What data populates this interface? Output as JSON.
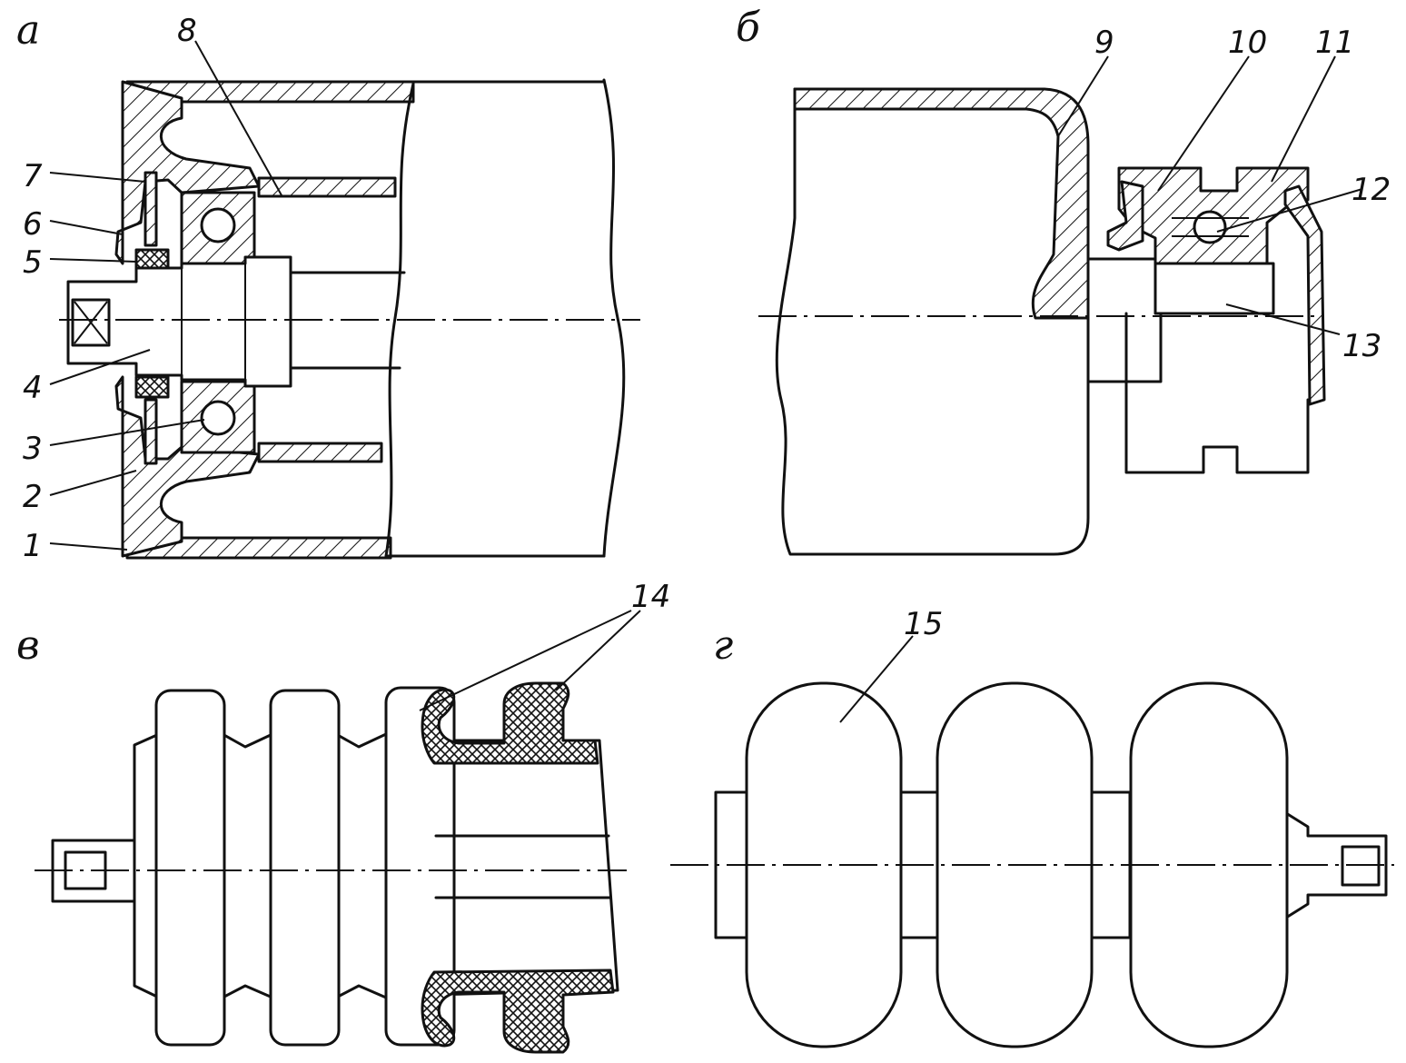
{
  "panels": {
    "a": "а",
    "b": "б",
    "v": "в",
    "g": "г"
  },
  "callouts": {
    "c1": "1",
    "c2": "2",
    "c3": "3",
    "c4": "4",
    "c5": "5",
    "c6": "6",
    "c7": "7",
    "c8": "8",
    "c9": "9",
    "c10": "10",
    "c11": "11",
    "c12": "12",
    "c13": "13",
    "c14": "14",
    "c15": "15"
  }
}
